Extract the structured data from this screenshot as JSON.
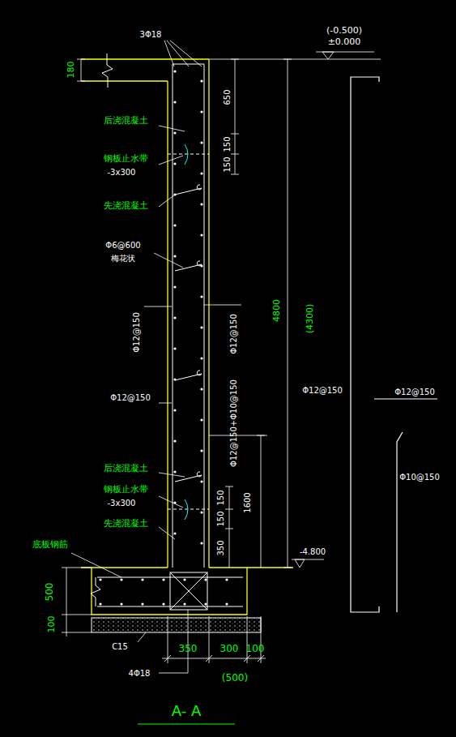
{
  "diagram": {
    "title": "A- A",
    "labels": [
      "3Φ18",
      "(-0.500)",
      "±0.000",
      "180",
      "650",
      "后浇混凝土",
      "钢板止水带",
      "-3x300",
      "150",
      "150",
      "先浇混凝土",
      "Φ6@600",
      "梅花状",
      "Φ12@150",
      "Φ12@150",
      "4800",
      "(4300)",
      "Φ12@150",
      "Φ12@150",
      "Φ12@150",
      "Φ12@150+Φ10@150",
      "后浇混凝土",
      "钢板止水带",
      "-3x300",
      "150",
      "150",
      "1600",
      "先浇混凝土",
      "350",
      "-4.800",
      "Φ10@150",
      "底板钢筋",
      "500",
      "100",
      "C15",
      "350",
      "300",
      "100",
      "4Φ18",
      "(500)"
    ]
  }
}
